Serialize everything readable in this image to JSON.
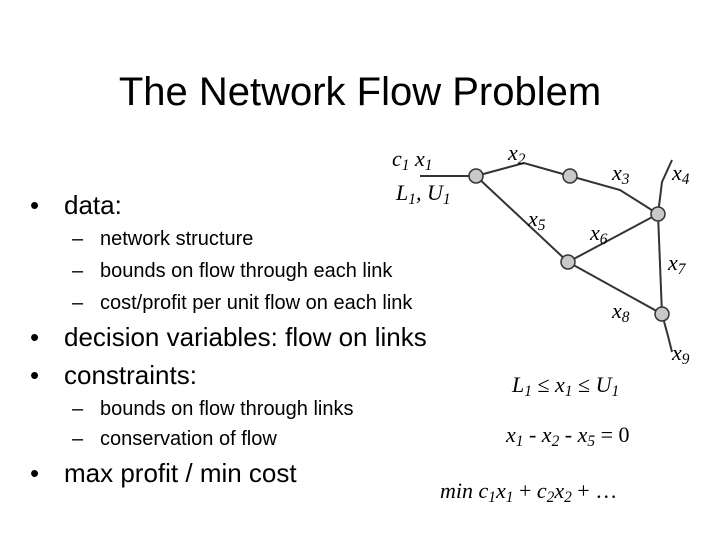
{
  "slide": {
    "title": "The Network Flow Problem",
    "bullets": [
      {
        "text": "data:"
      },
      {
        "text": "decision variables: flow on links"
      },
      {
        "text": "constraints:"
      },
      {
        "text": "max profit / min cost"
      }
    ],
    "data_subitems": [
      "network structure",
      "bounds on flow through each link",
      "cost/profit per unit flow on each link"
    ],
    "constraint_subitems": [
      "bounds on flow through links",
      "conservation of flow"
    ]
  },
  "labels": {
    "c1": "c",
    "c1_sub": "1",
    "x1": "x",
    "x1_sub": "1",
    "L1": "L",
    "L1_sub": "1",
    "comma": ",",
    "U1": "U",
    "U1_sub": "1",
    "x2": "x",
    "x2_sub": "2",
    "x3": "x",
    "x3_sub": "3",
    "x4": "x",
    "x4_sub": "4",
    "x5": "x",
    "x5_sub": "5",
    "x6": "x",
    "x6_sub": "6",
    "x7": "x",
    "x7_sub": "7",
    "x8": "x",
    "x8_sub": "8",
    "x9": "x",
    "x9_sub": "9"
  },
  "equations": {
    "bound_L": "L",
    "bound_L_sub": "1",
    "bound_le1": " ≤ ",
    "bound_x": "x",
    "bound_x_sub": "1",
    "bound_le2": " ≤ ",
    "bound_U": "U",
    "bound_U_sub": "1",
    "cons_x1": "x",
    "cons_x1_sub": "1",
    "cons_minus1": " - ",
    "cons_x2": "x",
    "cons_x2_sub": "2",
    "cons_minus2": " - ",
    "cons_x5": "x",
    "cons_x5_sub": "5",
    "cons_eq": " = 0",
    "obj_min": "min ",
    "obj_c1": "c",
    "obj_c1_sub": "1",
    "obj_x1": "x",
    "obj_x1_sub": "1",
    "obj_plus1": " + ",
    "obj_c2": "c",
    "obj_c2_sub": "2",
    "obj_x2": "x",
    "obj_x2_sub": "2",
    "obj_tail": " + …"
  },
  "colors": {
    "node_fill": "#c8c8c8",
    "edge": "#333333"
  }
}
